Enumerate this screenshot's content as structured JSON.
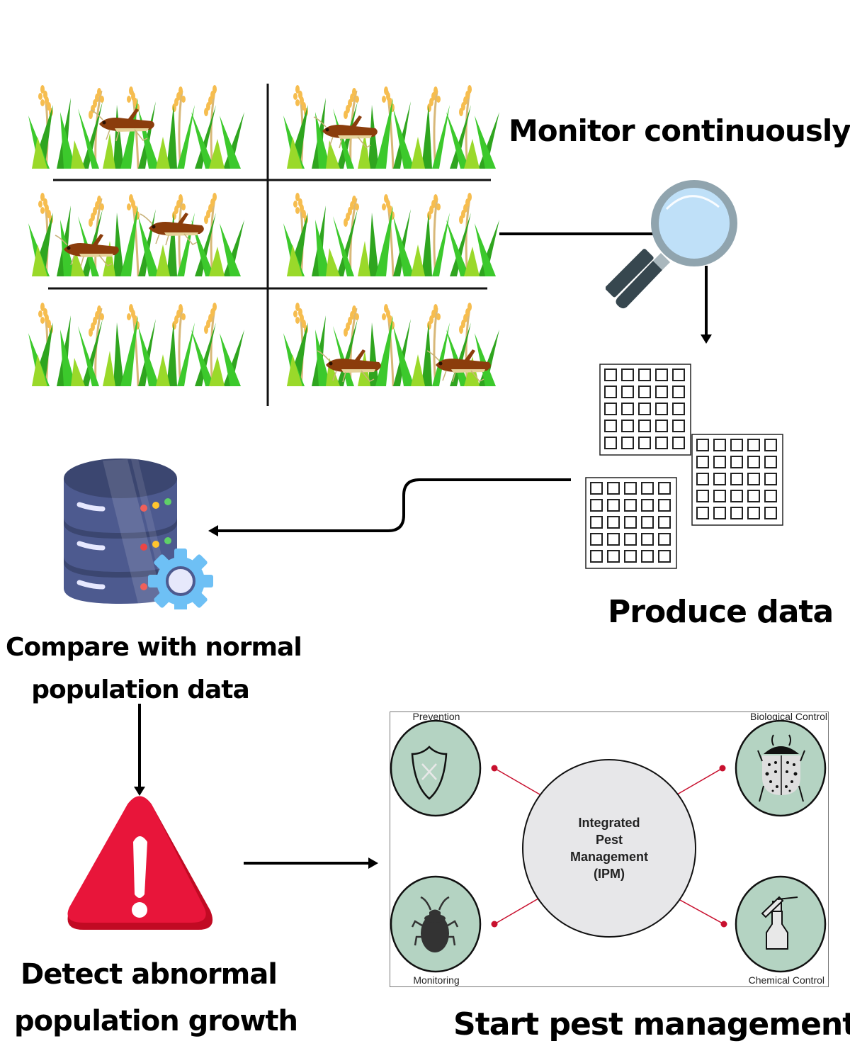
{
  "diagram": {
    "title": "Pest population monitoring workflow",
    "steps": [
      {
        "id": "monitor",
        "label": "Monitor continuously",
        "icon": "magnifying-glass-icon"
      },
      {
        "id": "produce",
        "label": "Produce data",
        "icon": "data-sheets-icon"
      },
      {
        "id": "compare",
        "label_line1": "Compare with normal",
        "label_line2": "population data",
        "icon": "database-gear-icon"
      },
      {
        "id": "detect",
        "label_line1": "Detect abnormal",
        "label_line2": "population growth",
        "icon": "warning-triangle-icon"
      },
      {
        "id": "start",
        "label": "Start pest management",
        "icon": "ipm-diagram"
      }
    ],
    "field_grid": {
      "panels": [
        {
          "position": "top-left",
          "grasshoppers": 1
        },
        {
          "position": "top-right",
          "grasshoppers": 1
        },
        {
          "position": "middle-left",
          "grasshoppers": 2
        },
        {
          "position": "middle-right",
          "grasshoppers": 0
        },
        {
          "position": "bottom-left",
          "grasshoppers": 0
        },
        {
          "position": "bottom-right",
          "grasshoppers": 2
        }
      ]
    },
    "ipm": {
      "center_line1": "Integrated",
      "center_line2": "Pest",
      "center_line3": "Management",
      "center_line4": "(IPM)",
      "prevention": "Prevention",
      "biological": "Biological Control",
      "monitoring": "Monitoring",
      "chemical": "Chemical Control"
    },
    "colors": {
      "grass_dark": "#2fa51f",
      "grass_light": "#7ed957",
      "grain": "#f6bd4f",
      "grasshopper": "#8b3d0c",
      "db_body": "#4d5a8f",
      "db_top": "#3b4670",
      "gear": "#6ec0f5",
      "alert_red": "#e8153a",
      "alert_dark": "#c10a23",
      "ipm_green": "#b4d3c2",
      "ipm_center": "#e7e7e9",
      "ipm_red": "#c8102e",
      "lens": "#bfe0f8",
      "lens_ring": "#90a4ae",
      "handle": "#37474f"
    }
  }
}
